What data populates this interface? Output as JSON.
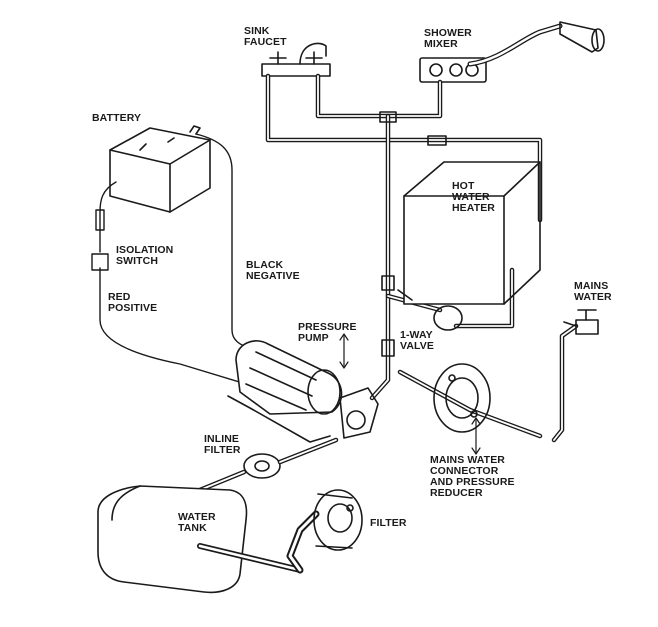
{
  "labels": {
    "sink_faucet": [
      "SINK",
      "FAUCET"
    ],
    "shower_mixer": [
      "SHOWER",
      "MIXER"
    ],
    "battery": [
      "BATTERY"
    ],
    "hot_water_heater": [
      "HOT",
      "WATER",
      "HEATER"
    ],
    "isolation_switch": [
      "ISOLATION",
      "SWITCH"
    ],
    "black_negative": [
      "BLACK",
      "NEGATIVE"
    ],
    "red_positive": [
      "RED",
      "POSITIVE"
    ],
    "mains_water": [
      "MAINS",
      "WATER"
    ],
    "pressure_pump": [
      "PRESSURE",
      "PUMP"
    ],
    "one_way_valve": [
      "1-WAY",
      "VALVE"
    ],
    "inline_filter": [
      "INLINE",
      "FILTER"
    ],
    "mains_water_connector": [
      "MAINS WATER",
      "CONNECTOR",
      "AND PRESSURE",
      "REDUCER"
    ],
    "water_tank": [
      "WATER",
      "TANK"
    ],
    "filter": [
      "FILTER"
    ]
  },
  "colors": {
    "line": "#1a1a1a",
    "background": "#ffffff"
  }
}
